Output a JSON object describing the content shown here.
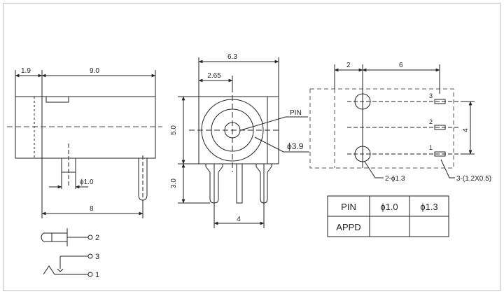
{
  "dimensions": {
    "side_left_flange": "1.9",
    "side_body_length": "9.0",
    "side_pin_diameter": "ϕ1.0",
    "side_pin_span": "8",
    "front_width": "6.3",
    "front_offset": "2.65",
    "front_height": "5.0",
    "front_pin_length": "3.0",
    "front_pin_pitch": "4",
    "front_hole_dia": "ϕ3.9",
    "front_pin_label": "PIN",
    "pcb_left": "2",
    "pcb_right": "6",
    "pcb_height": "4",
    "pcb_round_holes": "2-ϕ1.3",
    "pcb_slots": "3-(1.2X0.5)",
    "pcb_pin_1": "1",
    "pcb_pin_2": "2",
    "pcb_pin_3": "3"
  },
  "pin_table": {
    "headers": [
      "PIN",
      "ϕ1.0",
      "ϕ1.3"
    ],
    "row_label": "APPD",
    "row_values": [
      "",
      ""
    ]
  },
  "schematic": {
    "pin_a": "2",
    "pin_b": "3",
    "pin_c": "1"
  }
}
